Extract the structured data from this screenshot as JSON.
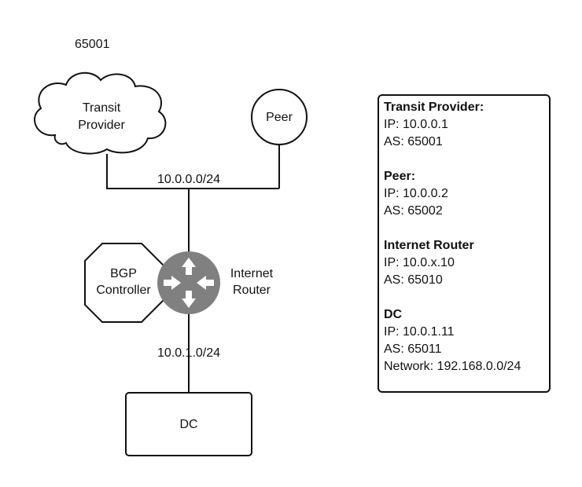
{
  "as_number": "65001",
  "nodes": {
    "transit_line1": "Transit",
    "transit_line2": "Provider",
    "peer": "Peer",
    "bgp_line1": "BGP",
    "bgp_line2": "Controller",
    "router_line1": "Internet",
    "router_line2": "Router",
    "dc": "DC"
  },
  "networks": {
    "upper": "10.0.0.0/24",
    "lower": "10.0.1.0/24"
  },
  "info": [
    {
      "title": "Transit Provider:",
      "lines": [
        "IP: 10.0.0.1",
        "AS: 65001"
      ]
    },
    {
      "title": "Peer:",
      "lines": [
        "IP: 10.0.0.2",
        "AS: 65002"
      ]
    },
    {
      "title": "Internet Router",
      "lines": [
        "IP: 10.0.x.10",
        "AS: 65010"
      ]
    },
    {
      "title": "DC",
      "lines": [
        "IP: 10.0.1.11",
        "AS: 65011",
        "Network: 192.168.0.0/24"
      ]
    }
  ],
  "colors": {
    "router_fill": "#808080",
    "stroke": "#111111"
  }
}
